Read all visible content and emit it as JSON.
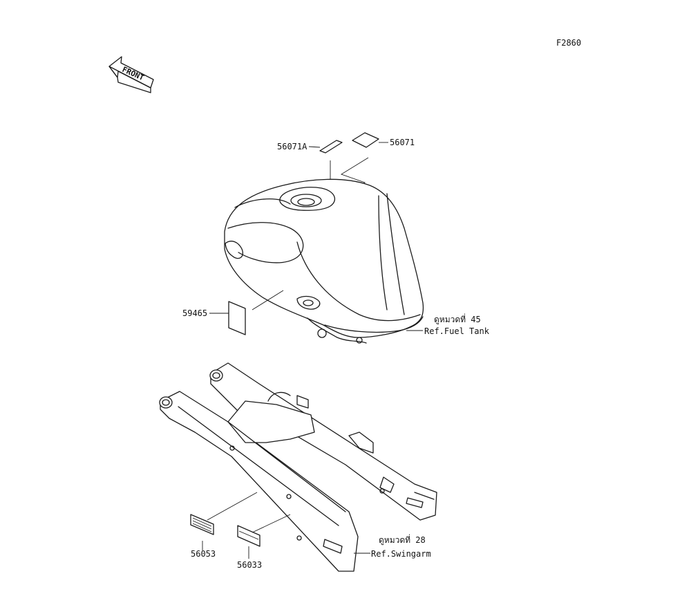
{
  "diagram_code": "F2860",
  "front_arrow": {
    "label": "FRONT"
  },
  "parts": {
    "p56071A": "56071A",
    "p56071": "56071",
    "p59465": "59465",
    "p56053": "56053",
    "p56033": "56033"
  },
  "references": {
    "fuel_tank": {
      "thai": "ดูหมวดที่ 45",
      "english": "Ref.Fuel Tank"
    },
    "swingarm": {
      "thai": "ดูหมวดที่ 28",
      "english": "Ref.Swingarm"
    }
  }
}
